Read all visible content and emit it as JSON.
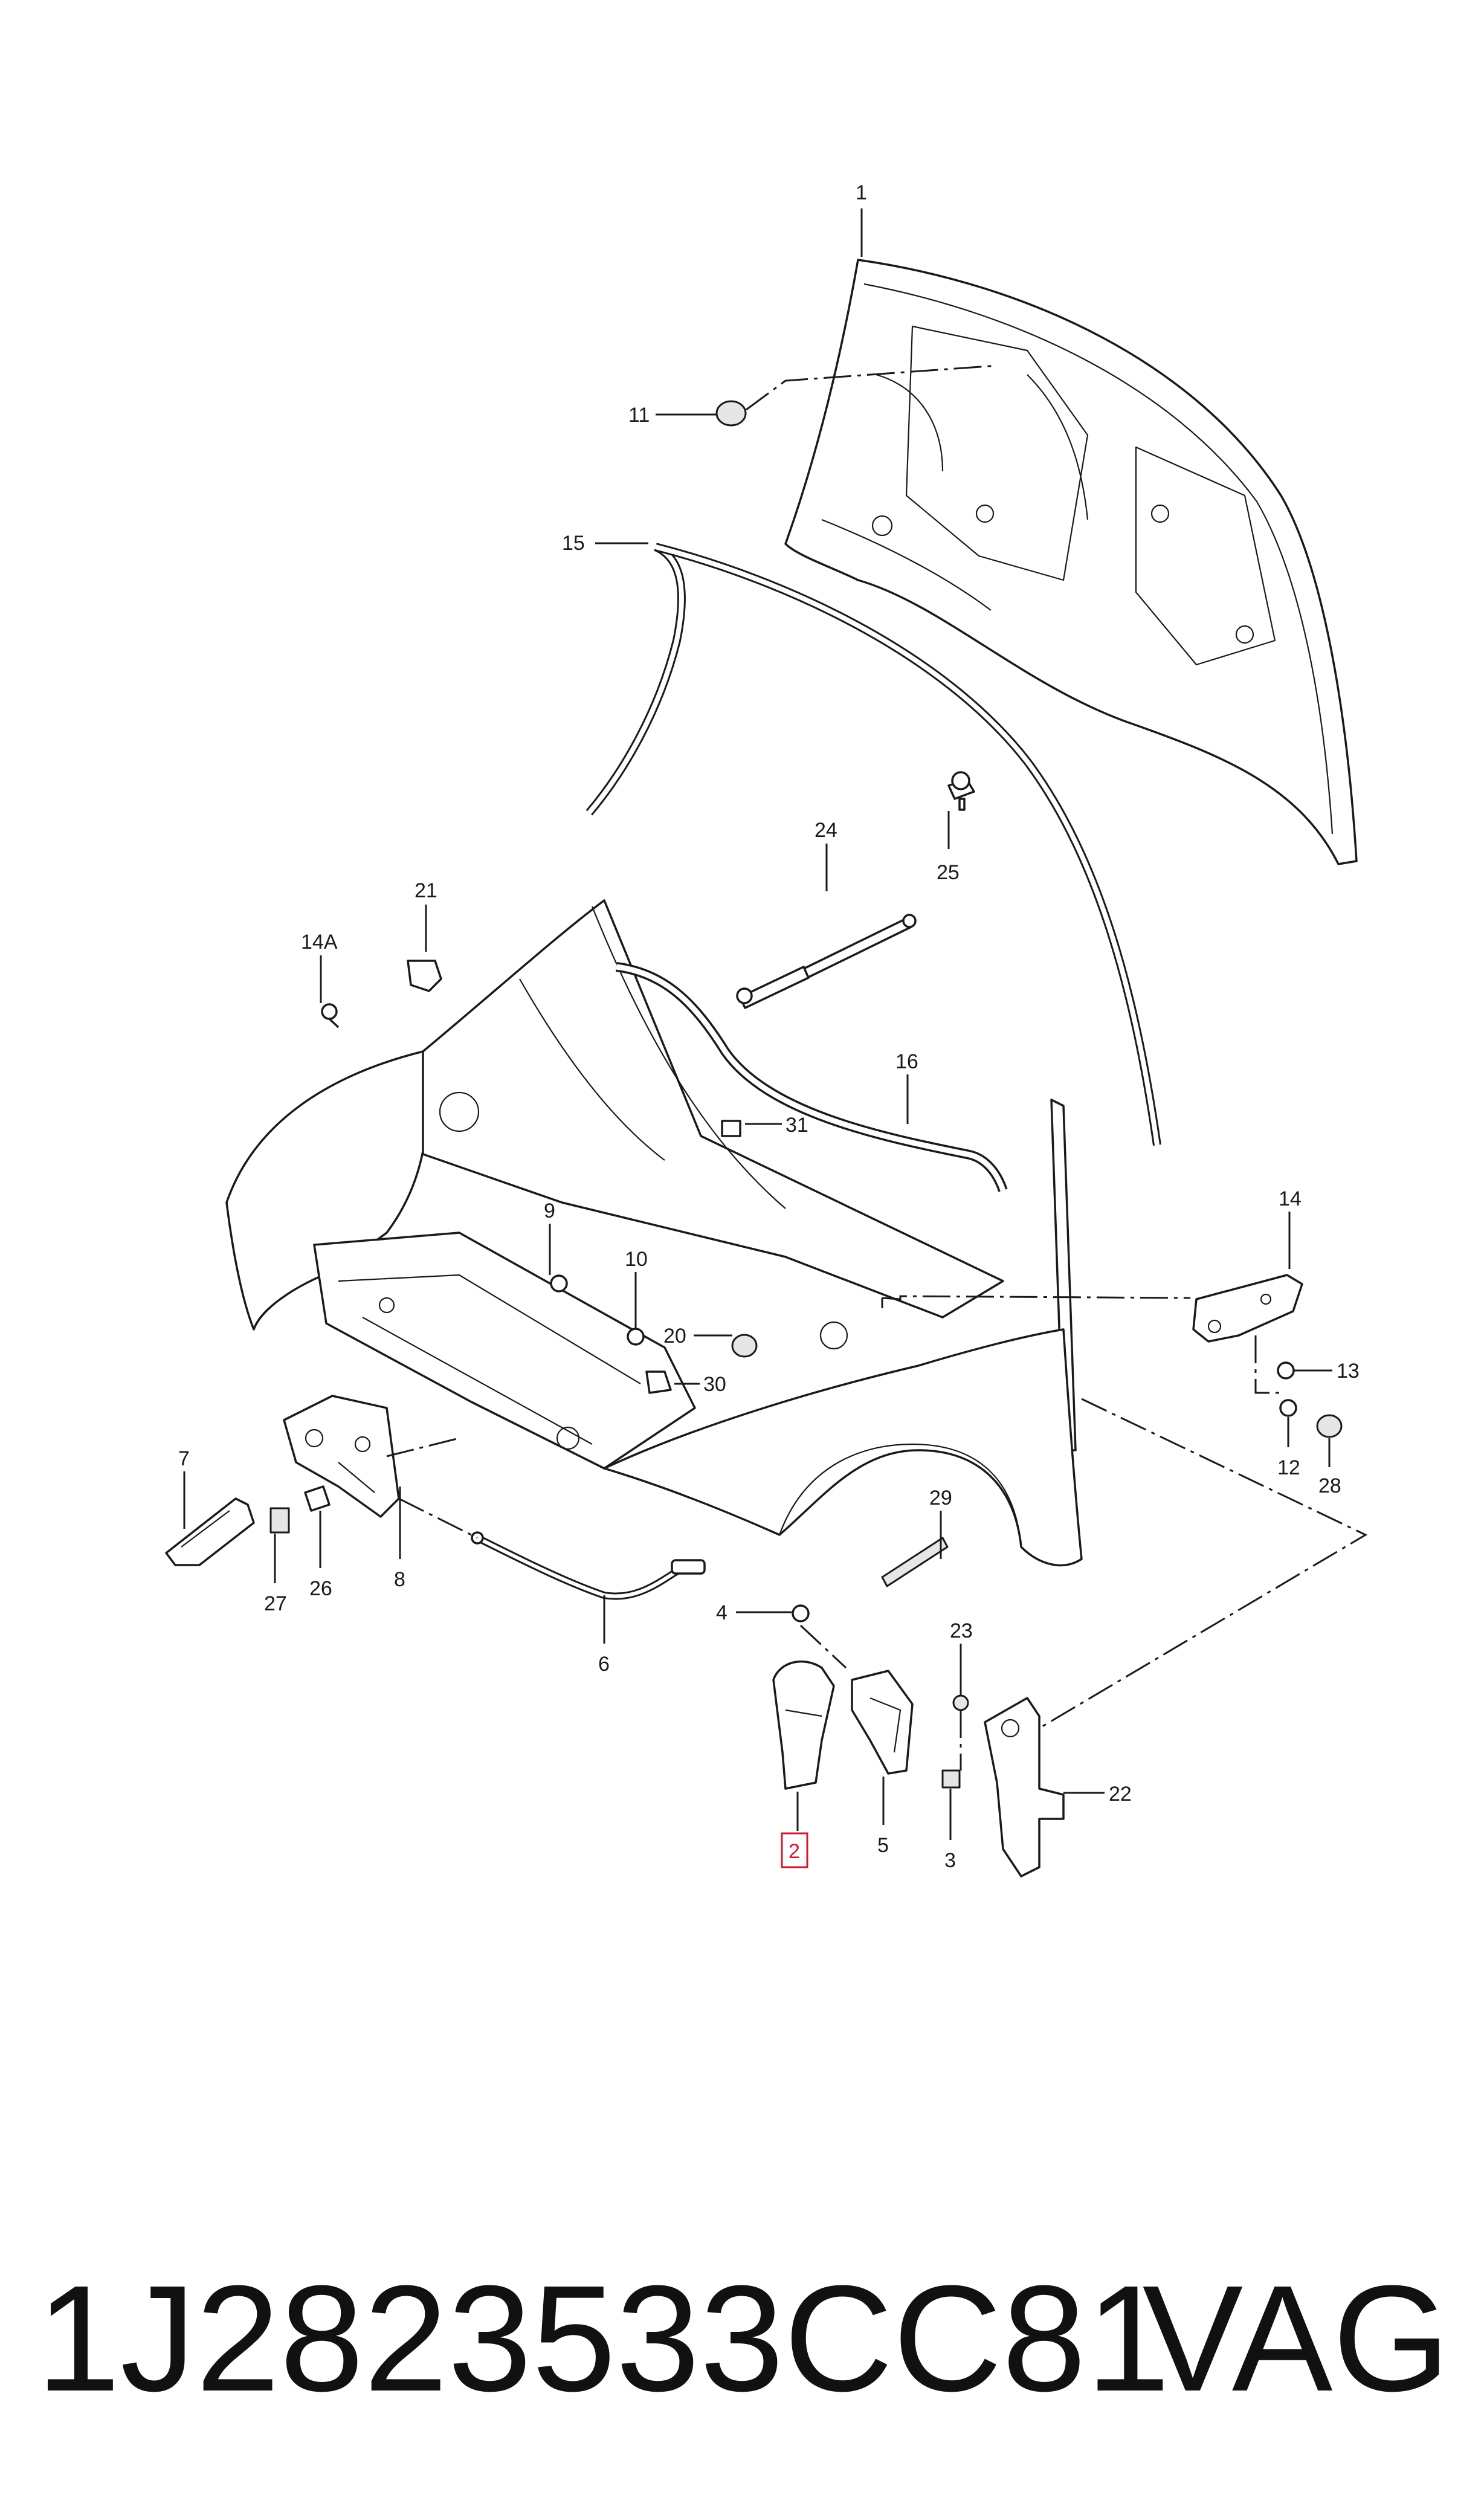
{
  "labels": {
    "p1": "1",
    "p11": "11",
    "p15": "15",
    "p24": "24",
    "p25": "25",
    "p21": "21",
    "p14a": "14A",
    "p16": "16",
    "p31": "31",
    "p14": "14",
    "p9": "9",
    "p10": "10",
    "p20": "20",
    "p30": "30",
    "p13": "13",
    "p12": "12",
    "p28": "28",
    "p7": "7",
    "p27": "27",
    "p26": "26",
    "p8": "8",
    "p29": "29",
    "p6": "6",
    "p4": "4",
    "p23": "23",
    "p22": "22",
    "p2": "2",
    "p5": "5",
    "p3": "3"
  },
  "highlighted_part": "2",
  "footer": {
    "part_number": "1J2823533CC81",
    "brand": "VAG"
  },
  "colors": {
    "line": "#1a1a1a",
    "highlight": "#d11a2a",
    "background": "#ffffff"
  }
}
